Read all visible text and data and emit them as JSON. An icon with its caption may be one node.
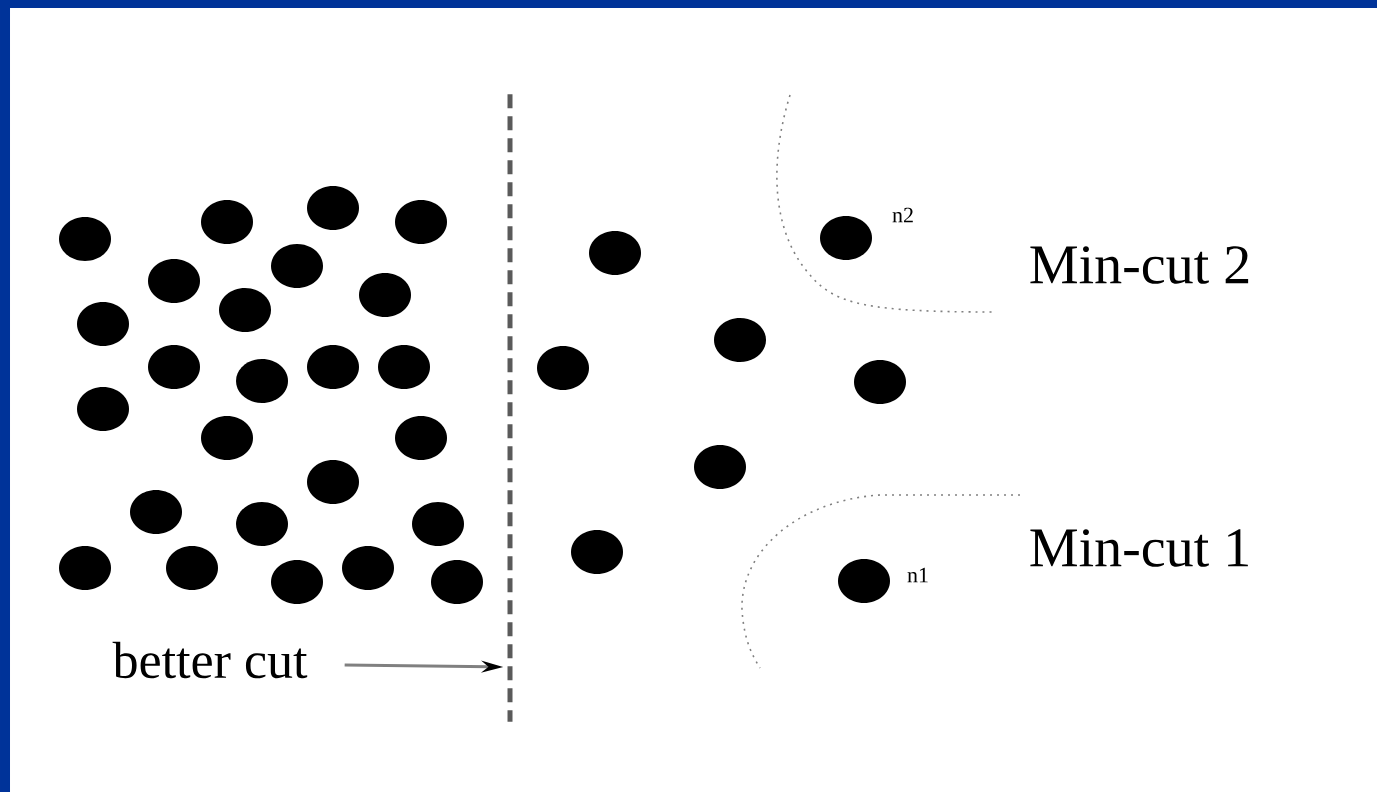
{
  "diagram": {
    "nodes": [
      {
        "text": [],
        "shape": "circle"
      },
      {
        "text": [],
        "shape": "circle"
      },
      {
        "text": [],
        "shape": "circle"
      },
      {
        "text": [],
        "shape": "circle"
      },
      {
        "text": [],
        "shape": "circle",
        "beside": [
          "n2"
        ]
      },
      {
        "text": [],
        "shape": "circle"
      },
      {
        "text": [],
        "shape": "circle"
      },
      {
        "text": [],
        "shape": "circle"
      },
      {
        "text": [],
        "shape": "circle"
      },
      {
        "text": [],
        "shape": "circle"
      },
      {
        "text": [],
        "shape": "circle"
      },
      {
        "text": [],
        "shape": "circle"
      },
      {
        "text": [],
        "shape": "circle"
      },
      {
        "text": [],
        "shape": "circle"
      },
      {
        "text": [],
        "shape": "circle"
      },
      {
        "text": [],
        "shape": "circle"
      },
      {
        "text": [],
        "shape": "circle"
      },
      {
        "text": [],
        "shape": "circle"
      },
      {
        "text": [],
        "shape": "circle"
      },
      {
        "text": [],
        "shape": "circle"
      },
      {
        "text": [],
        "shape": "circle"
      },
      {
        "text": [],
        "shape": "circle"
      },
      {
        "text": [],
        "shape": "circle"
      },
      {
        "text": [],
        "shape": "circle"
      },
      {
        "text": [],
        "shape": "circle"
      },
      {
        "text": [],
        "shape": "circle"
      },
      {
        "text": [],
        "shape": "circle"
      },
      {
        "text": [],
        "shape": "circle"
      },
      {
        "text": [],
        "shape": "circle"
      },
      {
        "text": [],
        "shape": "circle"
      },
      {
        "text": [],
        "shape": "circle",
        "beside": [
          "n1"
        ]
      },
      {
        "text": [],
        "shape": "circle"
      },
      {
        "text": [],
        "shape": "circle"
      },
      {
        "text": [
          "better cut"
        ]
      },
      {
        "text": [],
        "shape": "line"
      }
    ],
    "edges": [
      {
        "from": 33,
        "to": 34,
        "arrow": "to"
      }
    ],
    "labels": [
      "Min-cut 2",
      "Min-cut 1"
    ]
  }
}
